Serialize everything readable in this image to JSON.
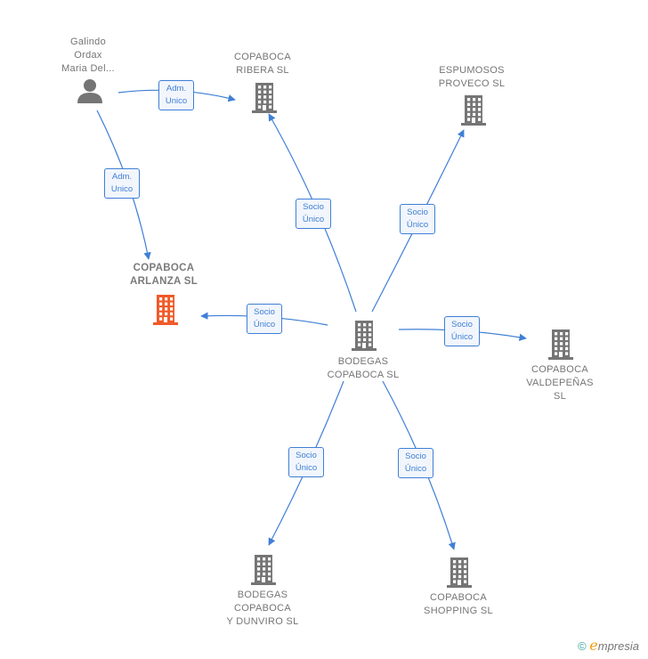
{
  "colors": {
    "edge": "#3f7fd6",
    "node": "#757575",
    "focus": "#f05a28",
    "brand_e": "#f39c12"
  },
  "nodes": [
    {
      "id": "galindo",
      "type": "person",
      "icon": "person-icon",
      "lines": [
        "Galindo",
        "Ordax",
        "Maria Del..."
      ]
    },
    {
      "id": "copaboca-ribera",
      "type": "company",
      "icon": "building-icon",
      "lines": [
        "COPABOCA",
        "RIBERA  SL"
      ]
    },
    {
      "id": "espumosos",
      "type": "company",
      "icon": "building-icon",
      "lines": [
        "ESPUMOSOS",
        "PROVECO  SL"
      ]
    },
    {
      "id": "copaboca-arlanza",
      "type": "company",
      "icon": "building-icon",
      "focus": true,
      "lines": [
        "COPABOCA",
        "ARLANZA  SL"
      ]
    },
    {
      "id": "bodegas-copaboca",
      "type": "company",
      "icon": "building-icon",
      "lines": [
        "BODEGAS",
        "COPABOCA SL"
      ]
    },
    {
      "id": "copaboca-valdepenas",
      "type": "company",
      "icon": "building-icon",
      "lines": [
        "COPABOCA",
        "VALDEPEÑAS",
        "SL"
      ]
    },
    {
      "id": "bodegas-dunviro",
      "type": "company",
      "icon": "building-icon",
      "lines": [
        "BODEGAS",
        "COPABOCA",
        "Y DUNVIRO  SL"
      ]
    },
    {
      "id": "copaboca-shopping",
      "type": "company",
      "icon": "building-icon",
      "lines": [
        "COPABOCA",
        "SHOPPING  SL"
      ]
    }
  ],
  "edges": [
    {
      "from": "galindo",
      "to": "copaboca-ribera",
      "lines": [
        "Adm.",
        "Unico"
      ]
    },
    {
      "from": "galindo",
      "to": "copaboca-arlanza",
      "lines": [
        "Adm.",
        "Unico"
      ]
    },
    {
      "from": "bodegas-copaboca",
      "to": "copaboca-ribera",
      "lines": [
        "Socio",
        "Único"
      ]
    },
    {
      "from": "bodegas-copaboca",
      "to": "espumosos",
      "lines": [
        "Socio",
        "Único"
      ]
    },
    {
      "from": "bodegas-copaboca",
      "to": "copaboca-arlanza",
      "lines": [
        "Socio",
        "Único"
      ]
    },
    {
      "from": "bodegas-copaboca",
      "to": "copaboca-valdepenas",
      "lines": [
        "Socio",
        "Único"
      ]
    },
    {
      "from": "bodegas-copaboca",
      "to": "bodegas-dunviro",
      "lines": [
        "Socio",
        "Único"
      ]
    },
    {
      "from": "bodegas-copaboca",
      "to": "copaboca-shopping",
      "lines": [
        "Socio",
        "Único"
      ]
    }
  ],
  "brand": {
    "copyright": "©",
    "initial": "e",
    "rest": "mpresia"
  }
}
